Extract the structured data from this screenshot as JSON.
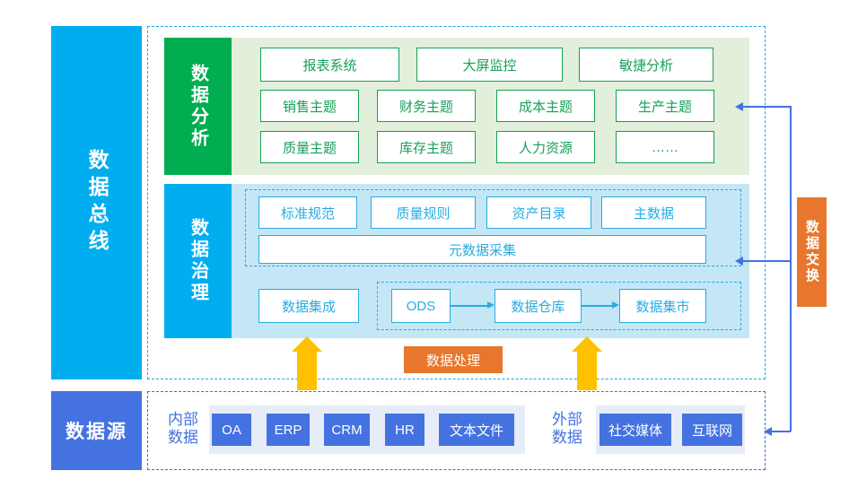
{
  "left_rail": {
    "data_bus": "数据总线",
    "data_source": "数据源"
  },
  "analysis": {
    "side_label": "数据分析",
    "row1": [
      "报表系统",
      "大屏监控",
      "敏捷分析"
    ],
    "row2": [
      "销售主题",
      "财务主题",
      "成本主题",
      "生产主题"
    ],
    "row3": [
      "质量主题",
      "库存主题",
      "人力资源",
      "……"
    ]
  },
  "governance": {
    "side_label": "数据治理",
    "rules": [
      "标准规范",
      "质量规则",
      "资产目录",
      "主数据"
    ],
    "metadata": "元数据采集",
    "integration": "数据集成",
    "pipeline": [
      "ODS",
      "数据仓库",
      "数据集市"
    ]
  },
  "data_source": {
    "internal_label": "内部\n数据",
    "internal_label_line1": "内部",
    "internal_label_line2": "数据",
    "external_label_line1": "外部",
    "external_label_line2": "数据",
    "internal_items": [
      "OA",
      "ERP",
      "CRM",
      "HR",
      "文本文件"
    ],
    "external_items": [
      "社交媒体",
      "互联网"
    ]
  },
  "orange": {
    "data_exchange": "数据交换",
    "data_process": "数据处理"
  },
  "colors": {
    "data_bus_blue": "#00AEEF",
    "data_source_blue": "#4472E0",
    "analysis_green": "#00AD50",
    "analysis_bg": "#E2EFDA",
    "governance_bg": "#C5E6F5",
    "accent_orange": "#E8762C",
    "arrow_yellow": "#FFC000",
    "line_blue": "#29ABE2"
  }
}
